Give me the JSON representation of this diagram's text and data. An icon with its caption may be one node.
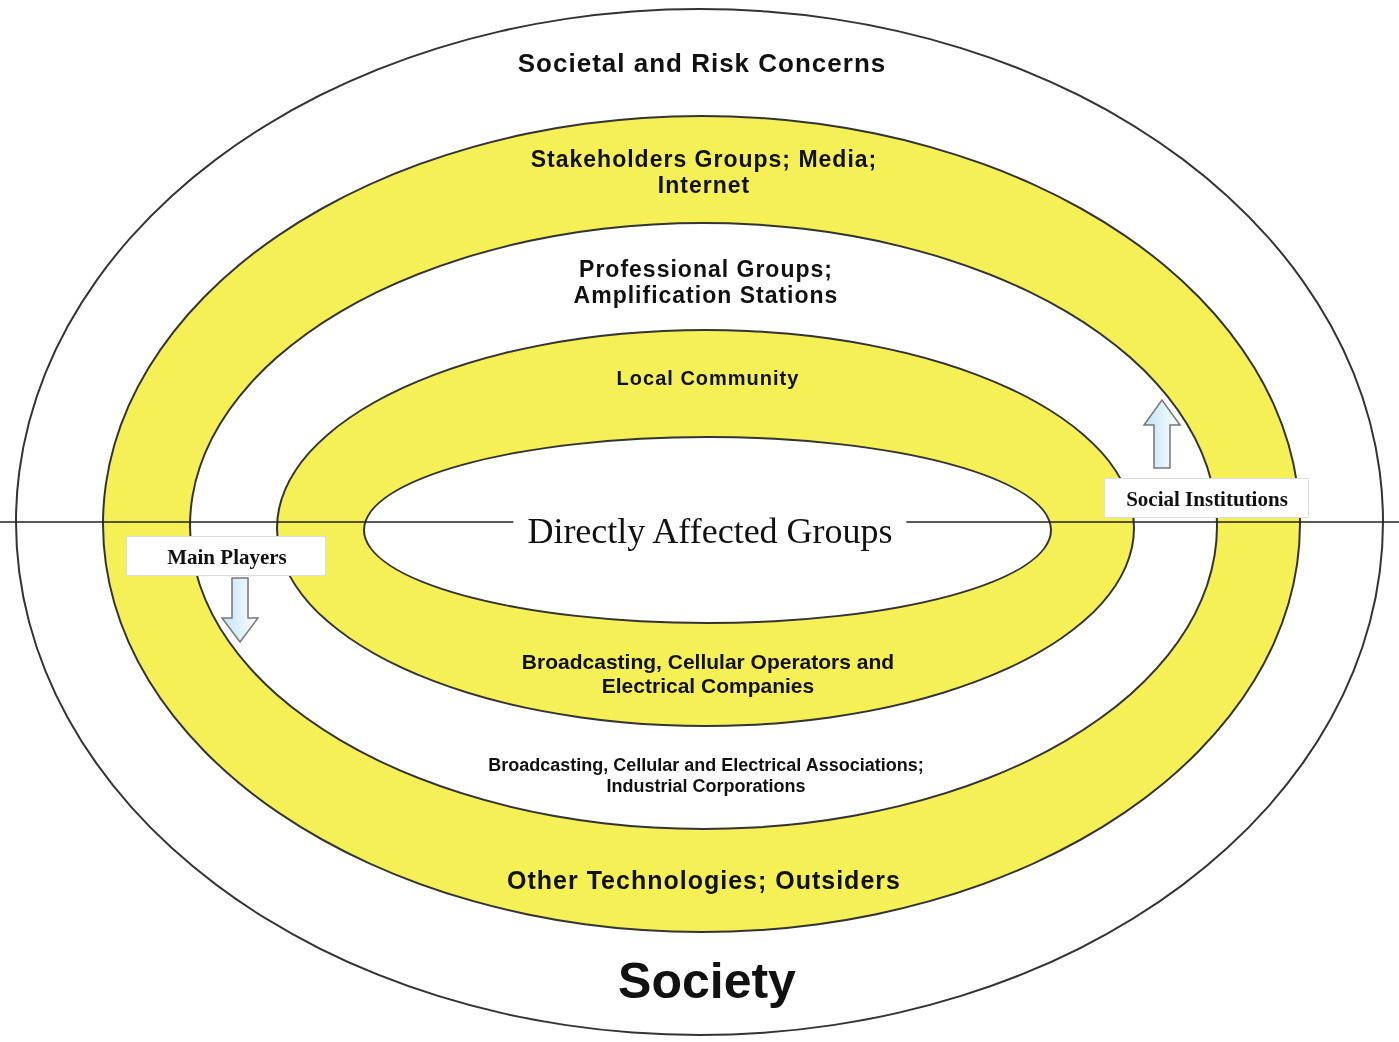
{
  "diagram": {
    "nodes": [
      {
        "text": [
          "Societal and Risk Concerns",
          "Society"
        ]
      },
      {
        "text": [
          "Stakeholders Groups; Media; Internet",
          "Other Technologies; Outsiders"
        ],
        "in": 0
      },
      {
        "text": [
          "Professional Groups; Amplification Stations",
          "Broadcasting, Cellular and Electrical Associations; Industrial Corporations"
        ],
        "in": 1
      },
      {
        "text": [
          "Local Community",
          "Broadcasting, Cellular Operators and Electrical Companies"
        ],
        "in": 2
      },
      {
        "text": [
          "Directly Affected Groups"
        ],
        "in": 3
      },
      {
        "text": [
          "Social Institutions"
        ],
        "in": 1
      },
      {
        "text": [
          "Main Players"
        ],
        "in": 1
      }
    ]
  }
}
